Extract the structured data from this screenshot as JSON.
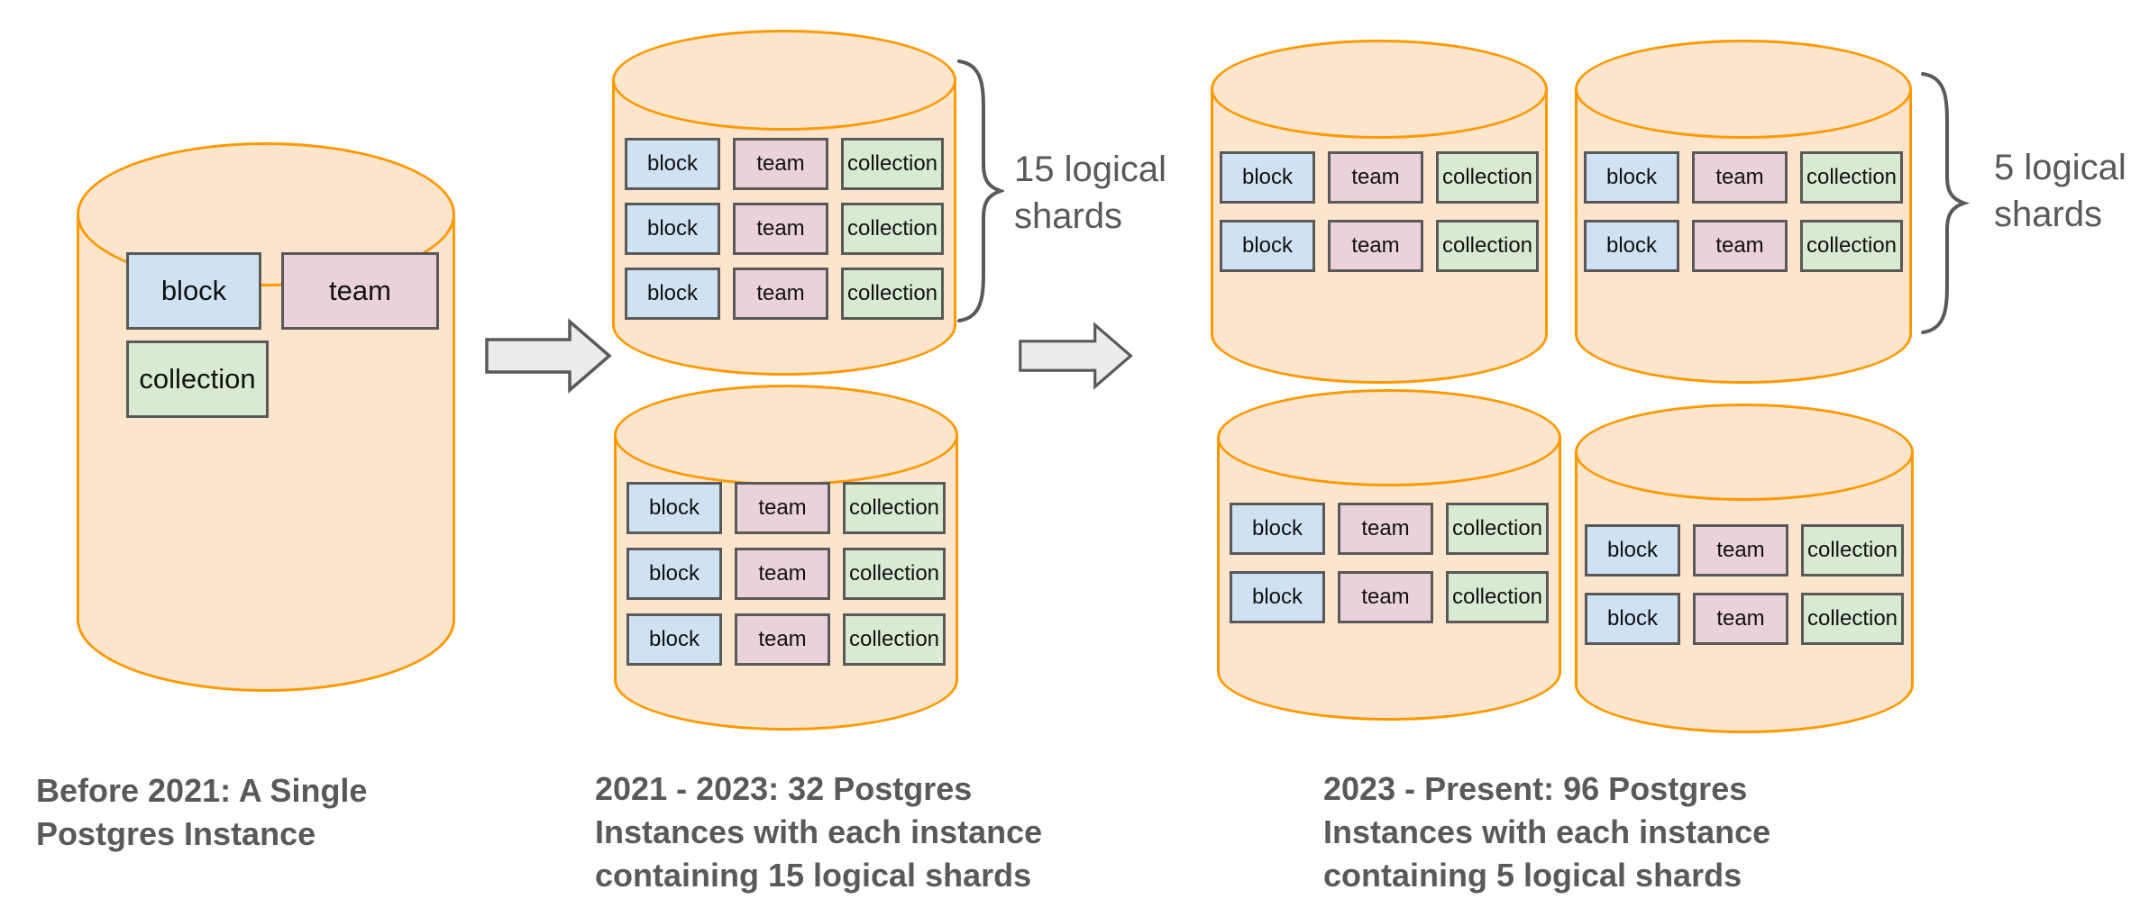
{
  "labels": {
    "block": "block",
    "team": "team",
    "collection": "collection"
  },
  "annotations": {
    "shards15": {
      "lines": [
        "15 logical",
        "shards"
      ]
    },
    "shards5": {
      "lines": [
        "5 logical",
        "shards"
      ]
    }
  },
  "captions": {
    "before": {
      "lines": [
        "Before 2021: A Single",
        "Postgres Instance"
      ]
    },
    "middle": {
      "lines": [
        "2021 - 2023: 32 Postgres",
        "Instances with each instance",
        "containing 15 logical shards"
      ]
    },
    "present": {
      "lines": [
        "2023 - Present: 96 Postgres",
        "Instances with each instance",
        "containing 5 logical shards"
      ]
    }
  },
  "colors": {
    "cylinder_fill": "#fce5cd",
    "cylinder_stroke": "#ff9900",
    "block_fill": "#cfe2f3",
    "team_fill": "#ead1dc",
    "collection_fill": "#d9ead3",
    "box_border": "#595959",
    "arrow_fill": "#ececec",
    "arrow_stroke": "#595959",
    "text_gray": "#595959",
    "box_text": "#111111"
  }
}
